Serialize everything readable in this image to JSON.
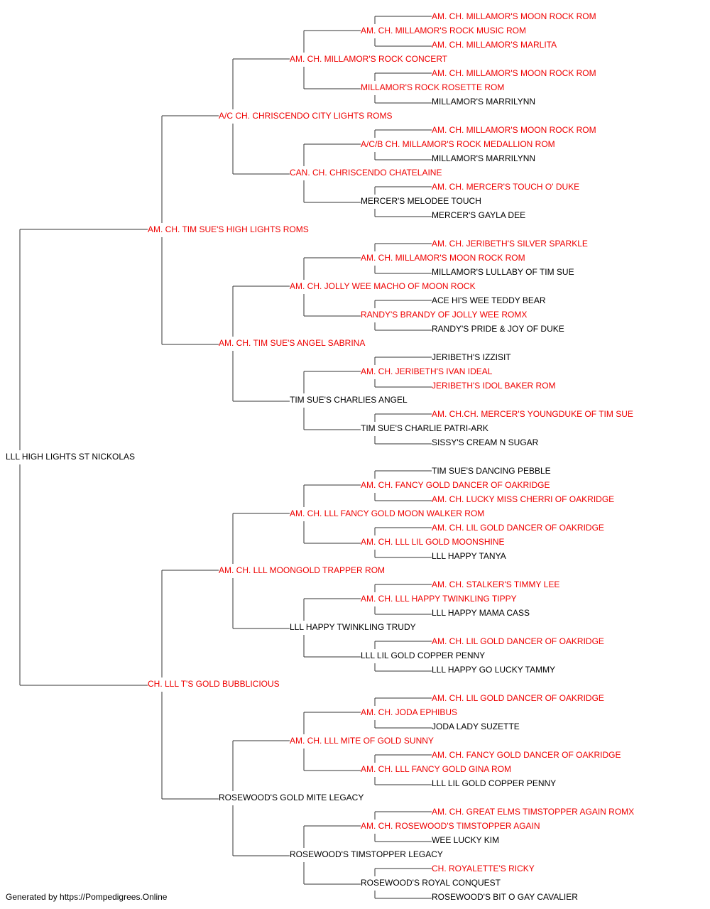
{
  "colors": {
    "champion": "#ee0000",
    "normal": "#000000",
    "line": "#333333"
  },
  "pedigree": {
    "name": "LLL HIGH LIGHTS ST NICKOLAS",
    "champion": false,
    "sire": {
      "name": "AM. CH. TIM SUE'S HIGH LIGHTS ROMS",
      "champion": true,
      "sire": {
        "name": "A/C CH. CHRISCENDO CITY LIGHTS ROMS",
        "champion": true,
        "sire": {
          "name": "AM. CH. MILLAMOR'S ROCK CONCERT",
          "champion": true,
          "sire": {
            "name": "AM. CH. MILLAMOR'S ROCK MUSIC ROM",
            "champion": true,
            "sire": {
              "name": "AM. CH. MILLAMOR'S MOON ROCK ROM",
              "champion": true
            },
            "dam": {
              "name": "AM. CH. MILLAMOR'S MARLITA",
              "champion": true
            }
          },
          "dam": {
            "name": "MILLAMOR'S ROCK ROSETTE ROM",
            "champion": true,
            "sire": {
              "name": "AM. CH. MILLAMOR'S MOON ROCK ROM",
              "champion": true
            },
            "dam": {
              "name": "MILLAMOR'S MARRILYNN",
              "champion": false
            }
          }
        },
        "dam": {
          "name": "CAN. CH. CHRISCENDO CHATELAINE",
          "champion": true,
          "sire": {
            "name": "A/C/B CH. MILLAMOR'S ROCK MEDALLION ROM",
            "champion": true,
            "sire": {
              "name": "AM. CH. MILLAMOR'S MOON ROCK ROM",
              "champion": true
            },
            "dam": {
              "name": "MILLAMOR'S MARRILYNN",
              "champion": false
            }
          },
          "dam": {
            "name": "MERCER'S MELODEE TOUCH",
            "champion": false,
            "sire": {
              "name": "AM. CH. MERCER'S TOUCH O' DUKE",
              "champion": true
            },
            "dam": {
              "name": "MERCER'S GAYLA DEE",
              "champion": false
            }
          }
        }
      },
      "dam": {
        "name": "AM. CH. TIM SUE'S ANGEL SABRINA",
        "champion": true,
        "sire": {
          "name": "AM. CH. JOLLY WEE MACHO OF MOON ROCK",
          "champion": true,
          "sire": {
            "name": "AM. CH. MILLAMOR'S MOON ROCK ROM",
            "champion": true,
            "sire": {
              "name": "AM. CH. JERIBETH'S SILVER SPARKLE",
              "champion": true
            },
            "dam": {
              "name": "MILLAMOR'S LULLABY OF TIM SUE",
              "champion": false
            }
          },
          "dam": {
            "name": "RANDY'S BRANDY OF JOLLY WEE ROMX",
            "champion": true,
            "sire": {
              "name": "ACE HI'S WEE TEDDY BEAR",
              "champion": false
            },
            "dam": {
              "name": "RANDY'S PRIDE & JOY OF DUKE",
              "champion": false
            }
          }
        },
        "dam": {
          "name": "TIM SUE'S CHARLIES ANGEL",
          "champion": false,
          "sire": {
            "name": "AM. CH. JERIBETH'S IVAN IDEAL",
            "champion": true,
            "sire": {
              "name": "JERIBETH'S IZZISIT",
              "champion": false
            },
            "dam": {
              "name": "JERIBETH'S IDOL BAKER ROM",
              "champion": true
            }
          },
          "dam": {
            "name": "TIM SUE'S CHARLIE PATRI-ARK",
            "champion": false,
            "sire": {
              "name": "AM. CH.CH. MERCER'S YOUNGDUKE OF TIM SUE",
              "champion": true
            },
            "dam": {
              "name": "SISSY'S CREAM N SUGAR",
              "champion": false
            }
          }
        }
      }
    },
    "dam": {
      "name": "CH. LLL T'S GOLD BUBBLICIOUS",
      "champion": true,
      "sire": {
        "name": "AM. CH. LLL MOONGOLD TRAPPER ROM",
        "champion": true,
        "sire": {
          "name": "AM. CH. LLL FANCY GOLD MOON WALKER ROM",
          "champion": true,
          "sire": {
            "name": "AM. CH. FANCY GOLD DANCER OF OAKRIDGE",
            "champion": true,
            "sire": {
              "name": "TIM SUE'S DANCING PEBBLE",
              "champion": false
            },
            "dam": {
              "name": "AM. CH. LUCKY MISS CHERRI OF OAKRIDGE",
              "champion": true
            }
          },
          "dam": {
            "name": "AM. CH. LLL LIL GOLD MOONSHINE",
            "champion": true,
            "sire": {
              "name": "AM. CH. LIL GOLD DANCER OF OAKRIDGE",
              "champion": true
            },
            "dam": {
              "name": "LLL HAPPY TANYA",
              "champion": false
            }
          }
        },
        "dam": {
          "name": "LLL HAPPY TWINKLING TRUDY",
          "champion": false,
          "sire": {
            "name": "AM. CH. LLL HAPPY TWINKLING TIPPY",
            "champion": true,
            "sire": {
              "name": "AM. CH. STALKER'S TIMMY LEE",
              "champion": true
            },
            "dam": {
              "name": "LLL HAPPY MAMA CASS",
              "champion": false
            }
          },
          "dam": {
            "name": "LLL LIL GOLD COPPER PENNY",
            "champion": false,
            "sire": {
              "name": "AM. CH. LIL GOLD DANCER OF OAKRIDGE",
              "champion": true
            },
            "dam": {
              "name": "LLL HAPPY GO LUCKY TAMMY",
              "champion": false
            }
          }
        }
      },
      "dam": {
        "name": "ROSEWOOD'S GOLD MITE LEGACY",
        "champion": false,
        "sire": {
          "name": "AM. CH. LLL MITE OF GOLD SUNNY",
          "champion": true,
          "sire": {
            "name": "AM. CH. JODA EPHIBUS",
            "champion": true,
            "sire": {
              "name": "AM. CH. LIL GOLD DANCER OF OAKRIDGE",
              "champion": true
            },
            "dam": {
              "name": "JODA LADY SUZETTE",
              "champion": false
            }
          },
          "dam": {
            "name": "AM. CH. LLL FANCY GOLD GINA ROM",
            "champion": true,
            "sire": {
              "name": "AM. CH. FANCY GOLD DANCER OF OAKRIDGE",
              "champion": true
            },
            "dam": {
              "name": "LLL LIL GOLD COPPER PENNY",
              "champion": false
            }
          }
        },
        "dam": {
          "name": "ROSEWOOD'S TIMSTOPPER LEGACY",
          "champion": false,
          "sire": {
            "name": "AM. CH. ROSEWOOD'S TIMSTOPPER AGAIN",
            "champion": true,
            "sire": {
              "name": "AM. CH. GREAT ELMS TIMSTOPPER AGAIN ROMX",
              "champion": true
            },
            "dam": {
              "name": "WEE LUCKY KIM",
              "champion": false
            }
          },
          "dam": {
            "name": "ROSEWOOD'S ROYAL CONQUEST",
            "champion": false,
            "sire": {
              "name": "CH. ROYALETTE'S RICKY",
              "champion": true
            },
            "dam": {
              "name": "ROSEWOOD'S BIT O GAY CAVALIER",
              "champion": false
            }
          }
        }
      }
    }
  },
  "footer": "Generated by https://Pompedigrees.Online"
}
